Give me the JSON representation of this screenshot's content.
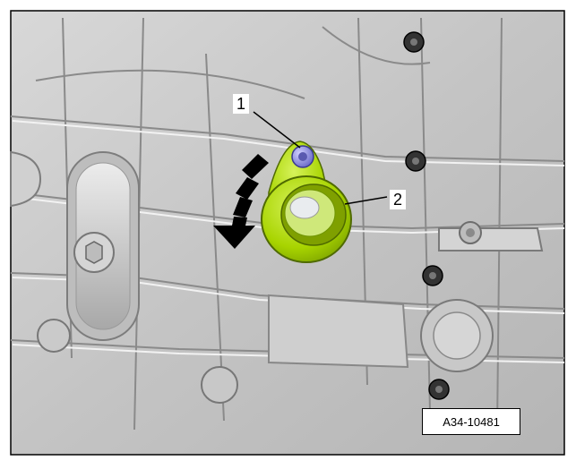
{
  "callouts": [
    {
      "label": "1",
      "part": "bolt"
    },
    {
      "label": "2",
      "part": "tool-ring"
    }
  ],
  "reference_code": "A34-10481",
  "colors": {
    "housing": "#c9c9c9",
    "housing_shadow": "#9c9c9c",
    "tool_green": "#a8d400",
    "tool_green_dark": "#6f9400",
    "bolt_blue": "#8f8fe0",
    "arrow": "#000000"
  },
  "icons": [
    "rotation-arrow-icon",
    "bolt-icon"
  ]
}
